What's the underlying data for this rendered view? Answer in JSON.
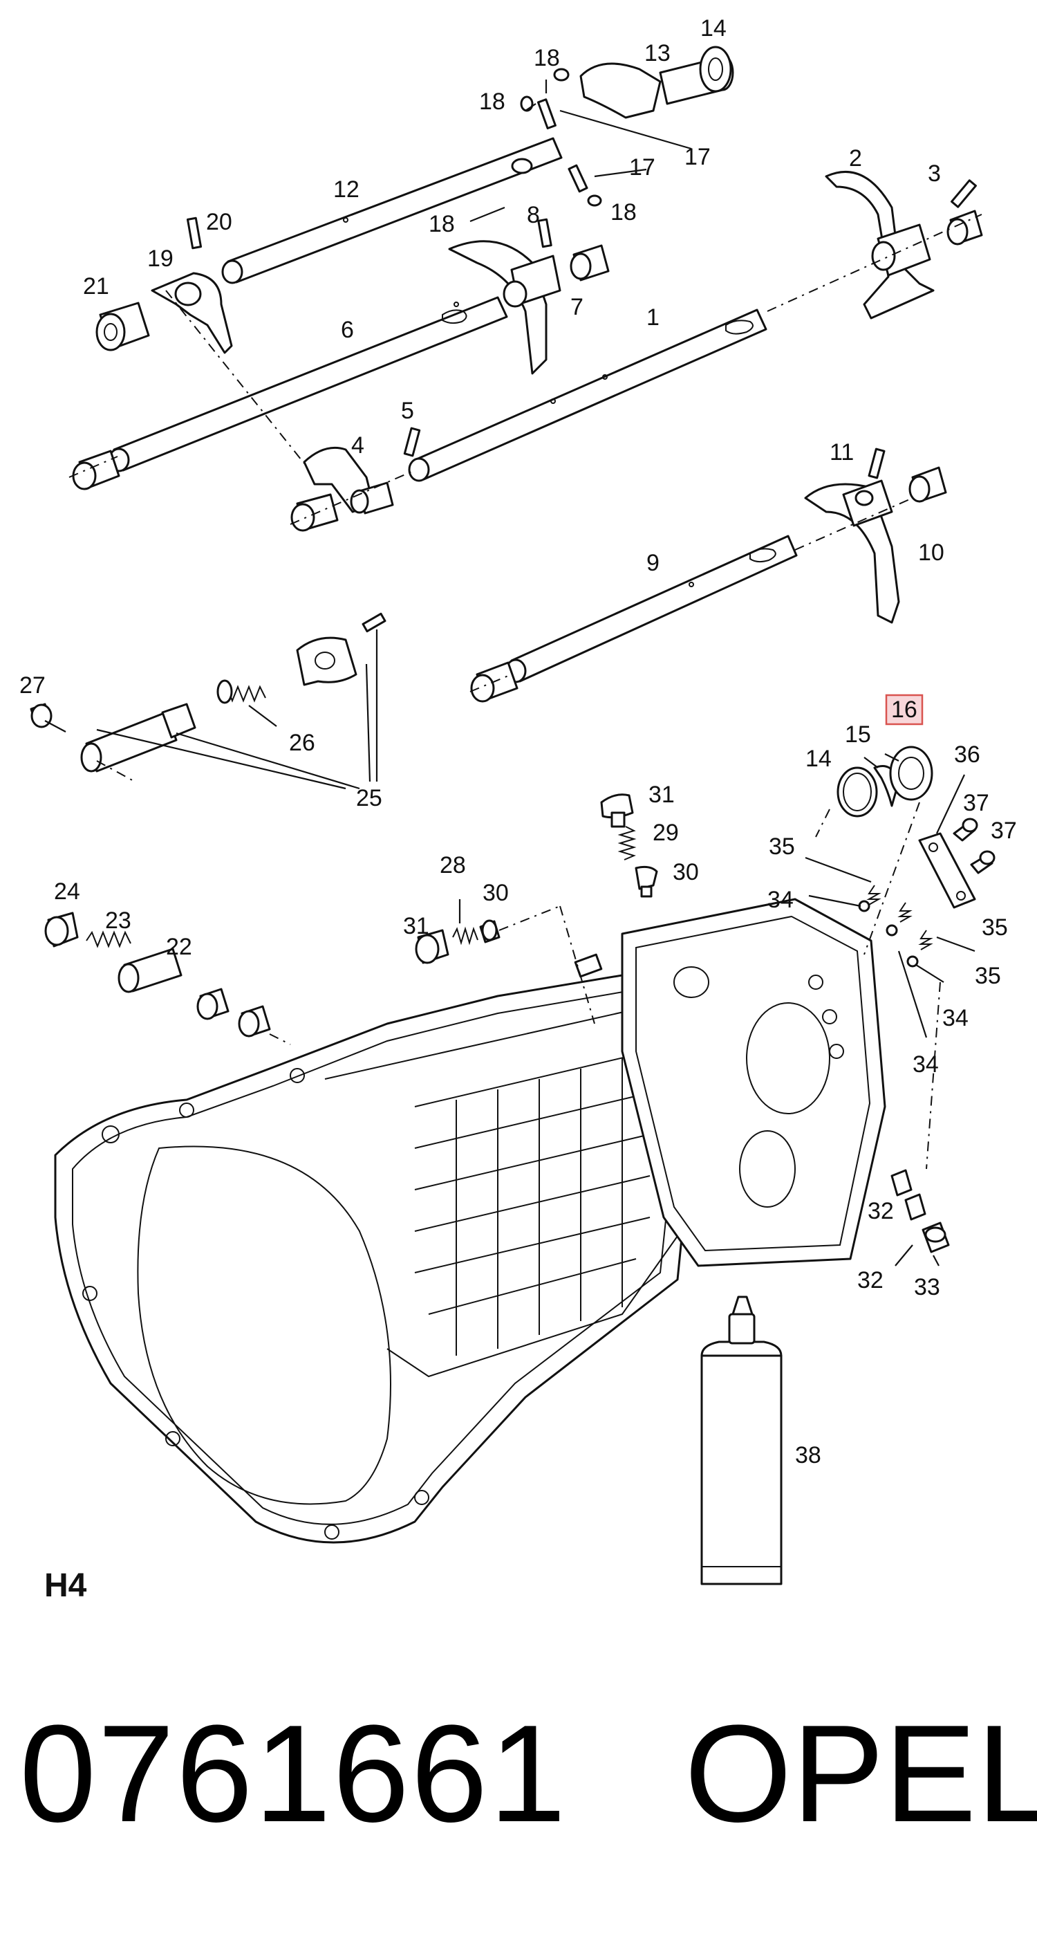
{
  "diagram": {
    "sheet_code": "H4",
    "part_number": "0761661",
    "brand": "OPEL",
    "highlighted_callout": "16",
    "highlight_color": "#f8d7da",
    "callouts": [
      {
        "id": "c-1",
        "text": "1"
      },
      {
        "id": "c-2",
        "text": "2"
      },
      {
        "id": "c-3",
        "text": "3"
      },
      {
        "id": "c-4",
        "text": "4"
      },
      {
        "id": "c-5",
        "text": "5"
      },
      {
        "id": "c-6",
        "text": "6"
      },
      {
        "id": "c-7",
        "text": "7"
      },
      {
        "id": "c-8",
        "text": "8"
      },
      {
        "id": "c-9",
        "text": "9"
      },
      {
        "id": "c-10",
        "text": "10"
      },
      {
        "id": "c-11",
        "text": "11"
      },
      {
        "id": "c-12",
        "text": "12"
      },
      {
        "id": "c-13",
        "text": "13"
      },
      {
        "id": "c-14a",
        "text": "14"
      },
      {
        "id": "c-14b",
        "text": "14"
      },
      {
        "id": "c-15",
        "text": "15"
      },
      {
        "id": "c-16",
        "text": "16"
      },
      {
        "id": "c-17a",
        "text": "17"
      },
      {
        "id": "c-17b",
        "text": "17"
      },
      {
        "id": "c-18a",
        "text": "18"
      },
      {
        "id": "c-18b",
        "text": "18"
      },
      {
        "id": "c-18c",
        "text": "18"
      },
      {
        "id": "c-18d",
        "text": "18"
      },
      {
        "id": "c-19",
        "text": "19"
      },
      {
        "id": "c-20",
        "text": "20"
      },
      {
        "id": "c-21",
        "text": "21"
      },
      {
        "id": "c-22",
        "text": "22"
      },
      {
        "id": "c-23",
        "text": "23"
      },
      {
        "id": "c-24",
        "text": "24"
      },
      {
        "id": "c-25",
        "text": "25"
      },
      {
        "id": "c-26",
        "text": "26"
      },
      {
        "id": "c-27",
        "text": "27"
      },
      {
        "id": "c-28",
        "text": "28"
      },
      {
        "id": "c-29",
        "text": "29"
      },
      {
        "id": "c-30a",
        "text": "30"
      },
      {
        "id": "c-30b",
        "text": "30"
      },
      {
        "id": "c-31a",
        "text": "31"
      },
      {
        "id": "c-31b",
        "text": "31"
      },
      {
        "id": "c-32a",
        "text": "32"
      },
      {
        "id": "c-32b",
        "text": "32"
      },
      {
        "id": "c-33",
        "text": "33"
      },
      {
        "id": "c-34a",
        "text": "34"
      },
      {
        "id": "c-34b",
        "text": "34"
      },
      {
        "id": "c-34c",
        "text": "34"
      },
      {
        "id": "c-35a",
        "text": "35"
      },
      {
        "id": "c-35b",
        "text": "35"
      },
      {
        "id": "c-35c",
        "text": "35"
      },
      {
        "id": "c-36",
        "text": "36"
      },
      {
        "id": "c-37a",
        "text": "37"
      },
      {
        "id": "c-37b",
        "text": "37"
      },
      {
        "id": "c-38",
        "text": "38"
      }
    ]
  }
}
